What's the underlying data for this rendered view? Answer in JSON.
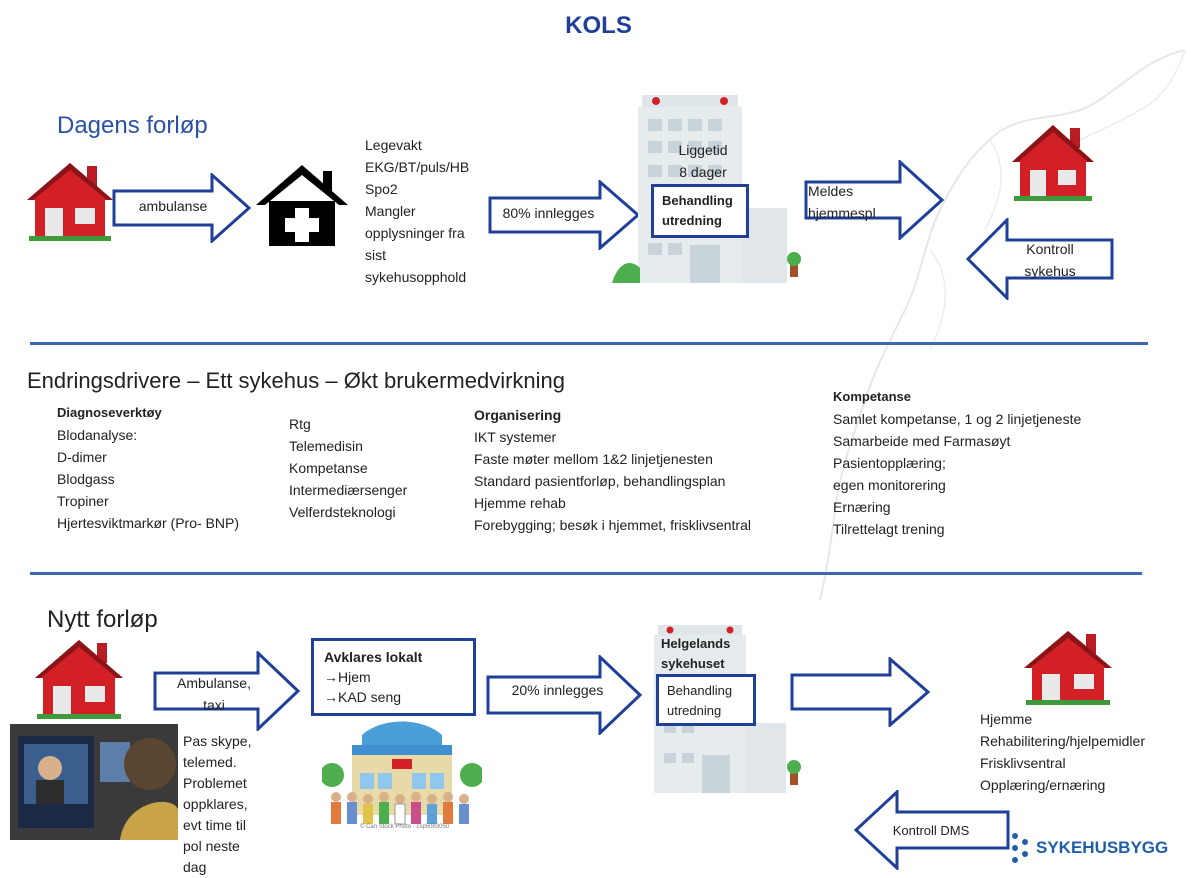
{
  "title": "KOLS",
  "sections": {
    "current": "Dagens forløp",
    "drivers": "Endringsdrivere – Ett sykehus – Økt brukermedvirkning",
    "new": "Nytt forløp"
  },
  "current_flow": {
    "ambulance": "ambulanse",
    "legevakt_lines": [
      "Legevakt",
      "EKG/BT/puls/HB",
      "Spo2",
      "Mangler",
      "opplysninger fra",
      "sist",
      "sykehusopphold"
    ],
    "admitted": "80% innlegges",
    "stay_lines": [
      "Liggetid",
      "8 dager"
    ],
    "treatment_lines": [
      "Behandling",
      "utredning"
    ],
    "report_lines": [
      "Meldes",
      "hjemmespl"
    ],
    "control_lines": [
      "Kontroll",
      "sykehus"
    ]
  },
  "drivers": {
    "col1": {
      "heading": "Diagnoseverktøy",
      "items": [
        "Blodanalyse:",
        "D-dimer",
        "Blodgass",
        "Tropiner",
        "Hjertesviktmarkør (Pro- BNP)"
      ]
    },
    "col2": {
      "items": [
        "Rtg",
        "Telemedisin",
        "Kompetanse",
        "Intermediærsenger",
        "Velferdsteknologi"
      ]
    },
    "col3": {
      "heading": "Organisering",
      "items": [
        "IKT systemer",
        "Faste møter mellom 1&2 linjetjenesten",
        "Standard pasientforløp, behandlingsplan",
        "Hjemme rehab",
        "Forebygging; besøk i hjemmet, frisklivsentral"
      ]
    },
    "col4": {
      "heading": "Kompetanse",
      "items": [
        "Samlet kompetanse, 1 og 2 linjetjeneste",
        "Samarbeide med Farmasøyt",
        "Pasientopplæring;",
        "egen monitorering",
        "Ernæring",
        "Tilrettelagt trening"
      ]
    }
  },
  "new_flow": {
    "ambulance_lines": [
      "Ambulanse,",
      "taxi"
    ],
    "local_title": "Avklares lokalt",
    "local_items": [
      "→Hjem",
      "→KAD seng"
    ],
    "skype_lines": [
      "Pas skype,",
      "telemed.",
      "Problemet",
      "oppklares,",
      "evt time til",
      "pol neste",
      "dag"
    ],
    "admitted": "20% innlegges",
    "hospital_lines": [
      "Helgelands",
      "sykehuset"
    ],
    "treatment_lines": [
      "Behandling",
      "utredning"
    ],
    "home_items": [
      "Hjemme",
      "Rehabilitering/hjelpemidler",
      "Frisklivsentral",
      "Opplæring/ernæring"
    ],
    "control": "Kontroll DMS",
    "clinic_caption": "© Can Stock Photo - csp5083050"
  },
  "logo": "SYKEHUSBYGG",
  "colors": {
    "accent": "#1f3f99",
    "rule": "#3d67b5",
    "house_red": "#d32027",
    "logo": "#1f5fa8"
  }
}
